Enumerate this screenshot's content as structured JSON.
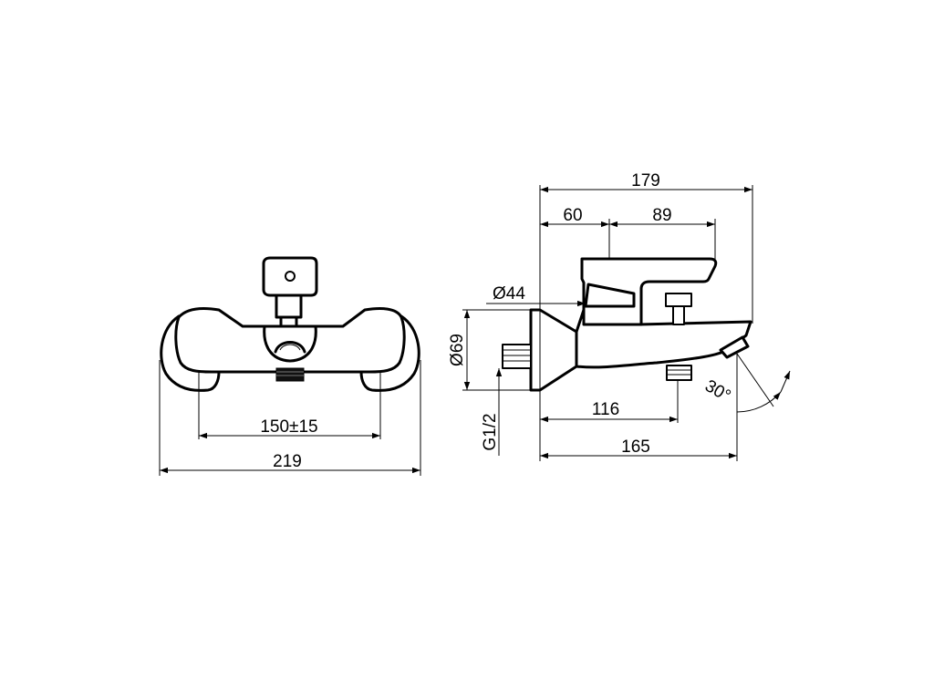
{
  "front_view": {
    "dim_overall_width": "219",
    "dim_connection_spacing": "150±15"
  },
  "side_view": {
    "dim_total_length": "179",
    "dim_wall_to_lever": "60",
    "dim_lever_length": "89",
    "dim_flange_diameter": "Ø44",
    "dim_rosette_diameter": "Ø69",
    "dim_thread": "G1/2",
    "dim_wall_to_outlet": "116",
    "dim_spout_projection": "165",
    "dim_spout_angle": "30°"
  }
}
